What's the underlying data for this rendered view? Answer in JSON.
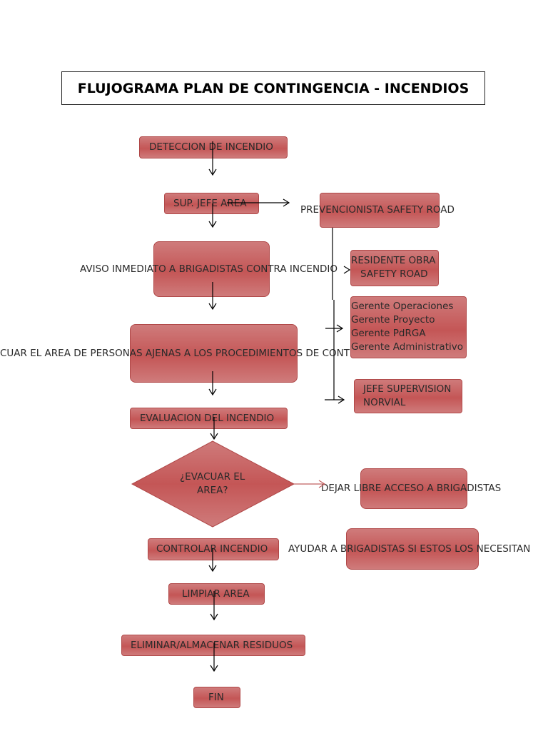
{
  "title": "FLUJOGRAMA PLAN DE CONTINGENCIA - INCENDIOS",
  "steps": {
    "deteccion": "DETECCION DE INCENDIO",
    "sup_jefe": "SUP. JEFE AREA",
    "aviso": "AVISO INMEDIATO A BRIGADISTAS CONTRA INCENDIO",
    "evacuar_area": "CUAR EL AREA DE PERSONAS AJENAS A LOS PROCEDIMIENTOS DE CONTROL DE INCENDIOS",
    "evaluacion": "EVALUACION DEL INCENDIO",
    "decision_line1": "¿EVACUAR EL",
    "decision_line2": "AREA?",
    "controlar": "CONTROLAR INCENDIO",
    "limpiar": "LIMPIAR AREA",
    "eliminar": "ELIMINAR/ALMACENAR RESIDUOS",
    "fin": "FIN"
  },
  "side": {
    "prevencionista": "PREVENCIONISTA SAFETY ROAD",
    "residente_line1": "RESIDENTE OBRA",
    "residente_line2": "SAFETY ROAD",
    "gerentes": [
      "Gerente Operaciones",
      "Gerente Proyecto",
      "Gerente PdRGA",
      "Gerente Administrativo"
    ],
    "jefe_line1": "JEFE SUPERVISION",
    "jefe_line2": "NORVIAL",
    "dejar_libre": "DEJAR LIBRE ACCESO A BRIGADISTAS",
    "ayudar": "AYUDAR A BRIGADISTAS SI ESTOS LOS NECESITAN"
  },
  "colors": {
    "box_fill": "#c45656",
    "box_border": "#b04848",
    "connector": "#000000",
    "decision_arrow": "#c06060"
  }
}
